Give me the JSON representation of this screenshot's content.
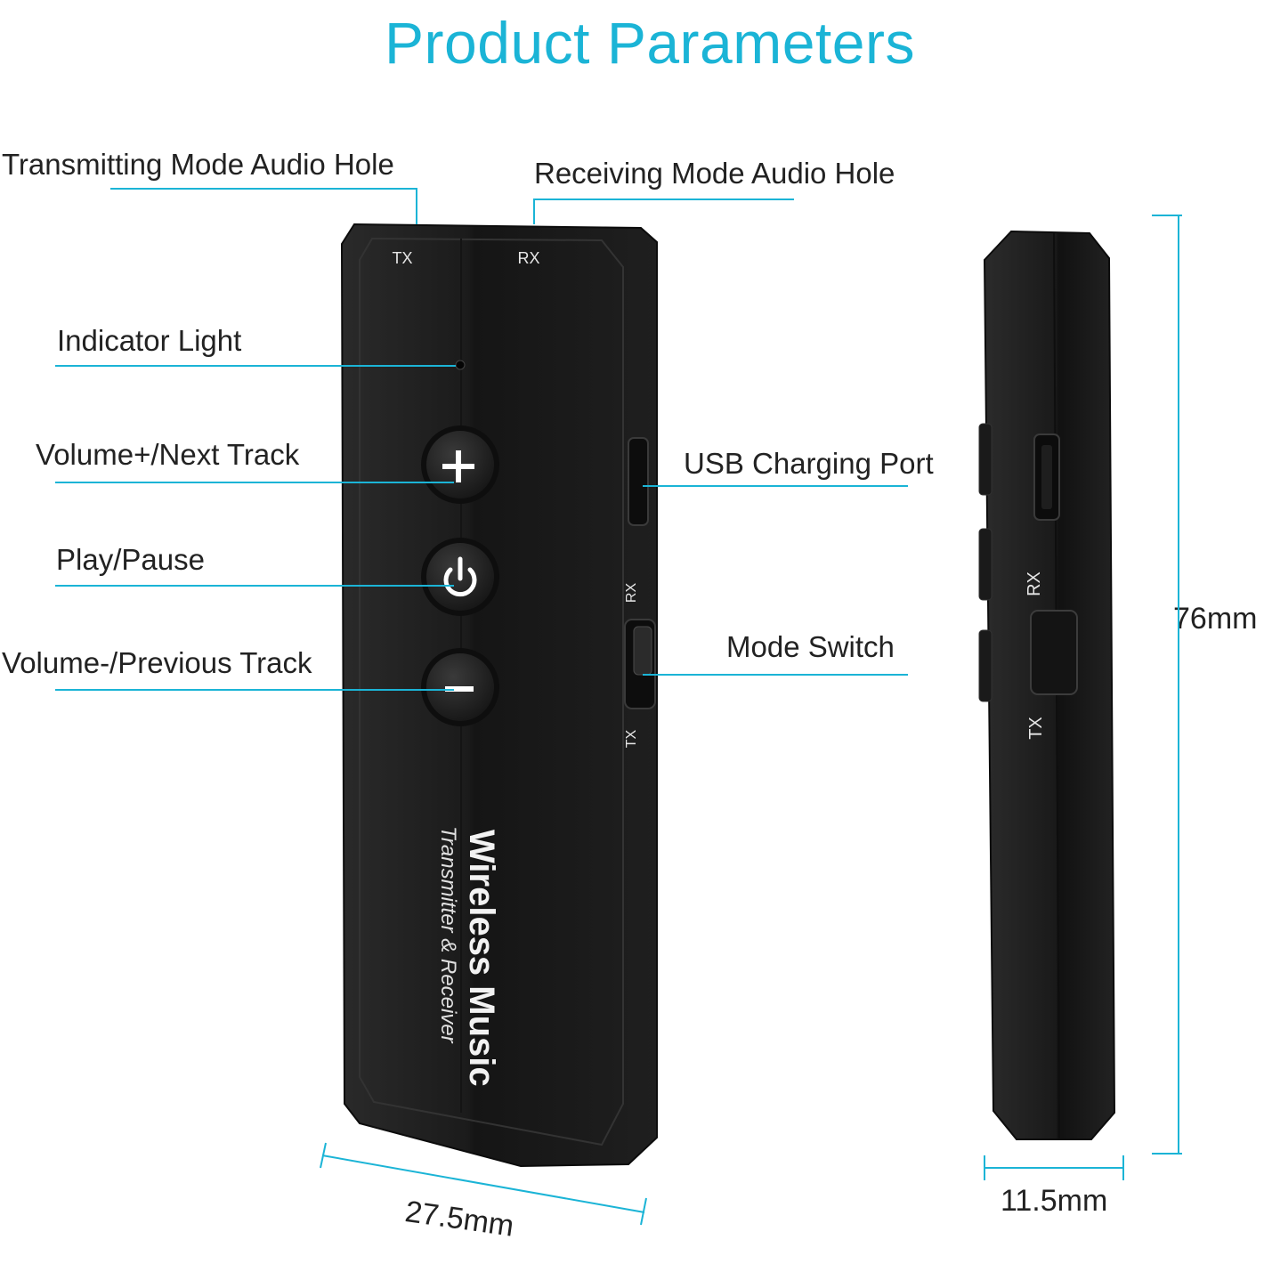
{
  "title": "Product Parameters",
  "labels": {
    "tx_hole": "Transmitting Mode Audio Hole",
    "rx_hole": "Receiving Mode Audio Hole",
    "indicator": "Indicator Light",
    "vol_up": "Volume+/Next Track",
    "play": "Play/Pause",
    "vol_down": "Volume-/Previous Track",
    "usb": "USB Charging Port",
    "mode": "Mode Switch"
  },
  "device": {
    "tx": "TX",
    "rx": "RX",
    "brand_line1": "Wireless Music",
    "brand_line2": "Transmitter & Receiver"
  },
  "dimensions": {
    "width": "27.5mm",
    "depth": "11.5mm",
    "height": "76mm"
  },
  "colors": {
    "accent": "#1bb4d6",
    "device": "#1c1c1c"
  }
}
